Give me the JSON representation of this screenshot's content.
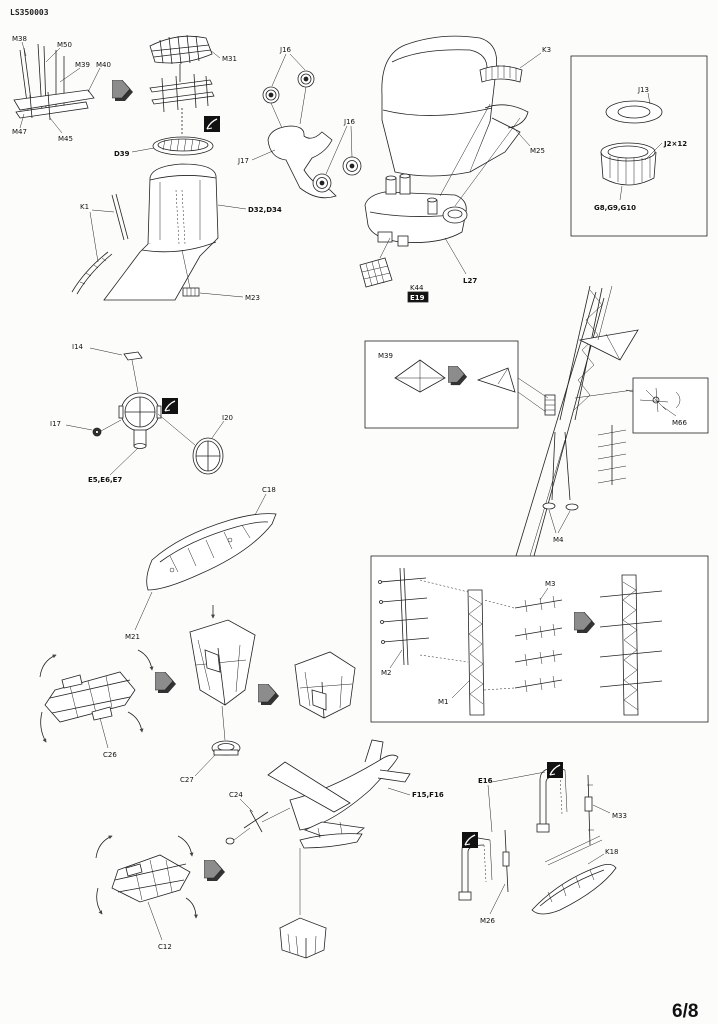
{
  "header": {
    "doc_code": "LS350003"
  },
  "footer": {
    "page": "6/8"
  },
  "top_left_mast": {
    "m38": "M38",
    "m50": "M50",
    "m39": "M39",
    "m40": "M40",
    "m47": "M47",
    "m45": "M45"
  },
  "railing": {
    "m31": "M31",
    "d39": "D39"
  },
  "funnel_left": {
    "k1": "K1",
    "d32_d34": "D32,D34",
    "m23": "M23"
  },
  "discs": {
    "j16_a": "J16",
    "j16_b": "J16",
    "j17": "J17"
  },
  "funnel_right": {
    "k3": "K3",
    "m25": "M25",
    "l27": "L27",
    "k44": "K44",
    "e19": "E19"
  },
  "detail_box": {
    "j13": "J13",
    "j2_x12": "J2×12",
    "g8_g9_g10": "G8,G9,G10"
  },
  "searchlight": {
    "i14": "I14",
    "i17": "I17",
    "i20": "I20",
    "e5_e6_e7": "E5,E6,E7"
  },
  "mast": {
    "m39": "M39",
    "m66": "M66",
    "m4": "M4",
    "m3": "M3",
    "m2": "M2",
    "m1": "M1"
  },
  "boat": {
    "c18": "C18",
    "m21": "M21"
  },
  "catapult": {
    "c26": "C26",
    "c27": "C27",
    "c12": "C12"
  },
  "aircraft": {
    "c24": "C24",
    "f15_f16": "F15,F16"
  },
  "davits": {
    "e16": "E16",
    "m33": "M33",
    "k18": "K18",
    "m26": "M26"
  }
}
